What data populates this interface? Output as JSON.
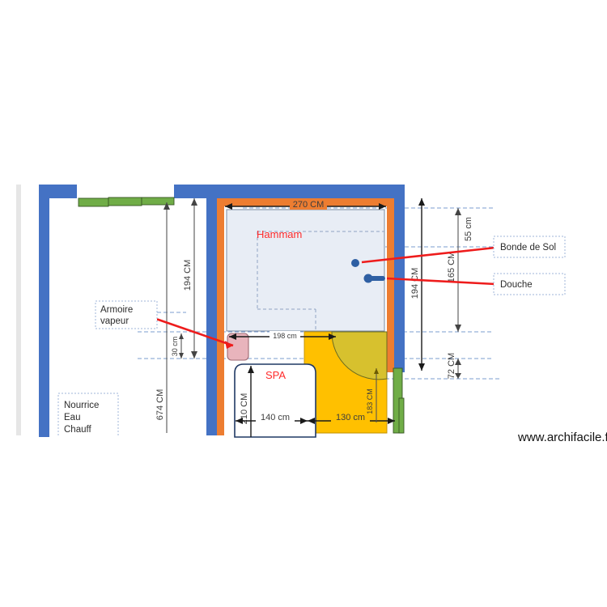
{
  "watermark": "www.archifacile.fr",
  "rooms": [
    {
      "name": "Hammam",
      "label": "Hammam"
    },
    {
      "name": "SPA",
      "label": "SPA"
    }
  ],
  "callouts": [
    {
      "id": "bonde-de-sol",
      "label": "Bonde de Sol"
    },
    {
      "id": "douche",
      "label": "Douche"
    },
    {
      "id": "armoire-vapeur",
      "label": "Armoire\nvapeur",
      "line1": "Armoire",
      "line2": "vapeur"
    },
    {
      "id": "nourrice",
      "line1": "Nourrice",
      "line2": "Eau",
      "line3": "Chauff"
    }
  ],
  "dimensions": {
    "top_width": "270 CM",
    "left_outer": "674 CM",
    "left_inner": "194 CM",
    "left_small": "30 cm",
    "right_full": "194 CM",
    "right_upper": "165 CM",
    "right_top_small": "55 cm",
    "right_lower": "72 CM",
    "armoire_offset": "198 cm",
    "spa_vertical": "210 CM",
    "spa_width": "140 cm",
    "door_width": "130 cm",
    "door_depth": "183 CM"
  },
  "colors": {
    "wall_outer": "#4472c4",
    "wall_inner": "#ed7d31",
    "window_green": "#70ad47",
    "room_fill": "#e8edf5",
    "spa_stroke": "#1f3864",
    "yellow": "#ffc000",
    "door_swing": "#c9c23d",
    "pink": "#e8b4bc",
    "label_red": "#ff2a2a",
    "leader_red": "#ee1c1c",
    "guide_blue": "#7b9ccf"
  },
  "icons": {
    "floor_drain": "floor-drain-dot-icon",
    "shower": "shower-head-icon"
  }
}
